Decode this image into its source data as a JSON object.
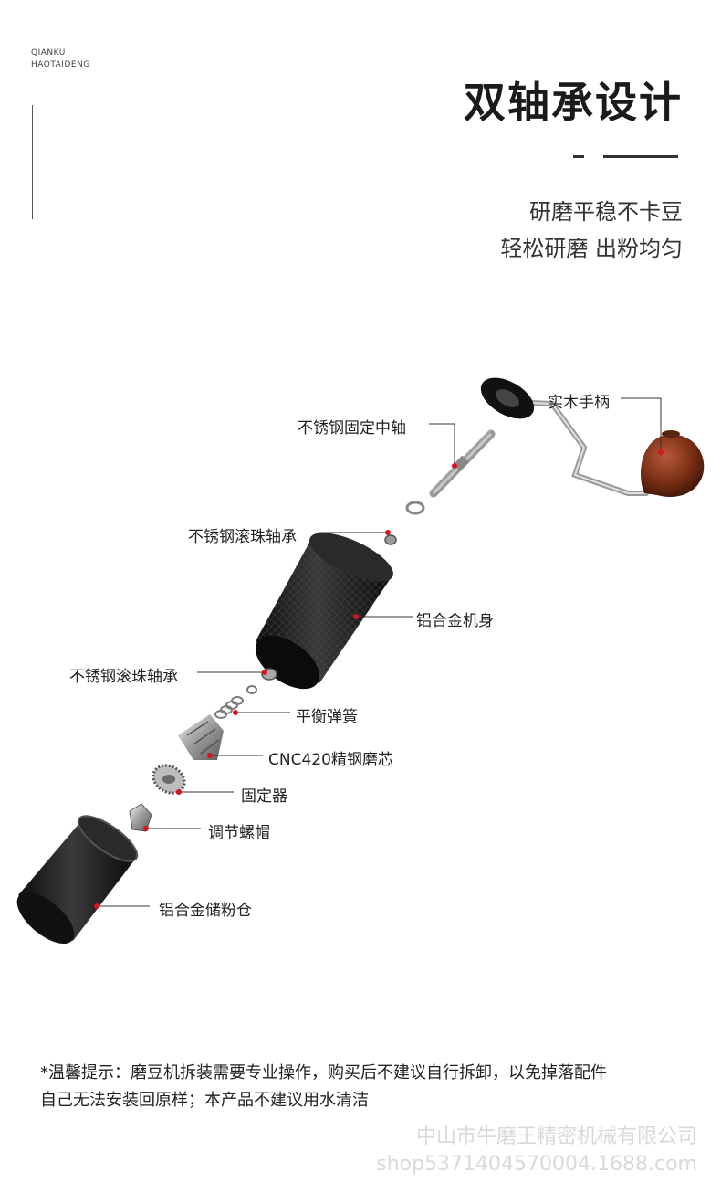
{
  "brand": {
    "line1": "QIANKU",
    "line2": "HAOTAIDENG"
  },
  "header": {
    "title": "双轴承设计",
    "subtitle1": "研磨平稳不卡豆",
    "subtitle2": "轻松研磨 出粉均匀"
  },
  "parts": {
    "handle": "实木手柄",
    "shaft": "不锈钢固定中轴",
    "bearing_top": "不锈钢滚珠轴承",
    "body": "铝合金机身",
    "bearing_bottom": "不锈钢滚珠轴承",
    "spring": "平衡弹簧",
    "burr": "CNC420精钢磨芯",
    "fixer": "固定器",
    "nut": "调节螺帽",
    "catcher": "铝合金储粉仓"
  },
  "notice": {
    "line1": "*温馨提示：磨豆机拆装需要专业操作，购买后不建议自行拆卸，以免掉落配件",
    "line2": "自己无法安装回原样；本产品不建议用水清洁"
  },
  "watermark": {
    "company": "中山市牛磨王精密机械有限公司",
    "shop": "shop5371404570004.1688.com"
  },
  "colors": {
    "marker": "#d8141e",
    "body": "#1c1c1c",
    "wood": "#7a2f14"
  }
}
